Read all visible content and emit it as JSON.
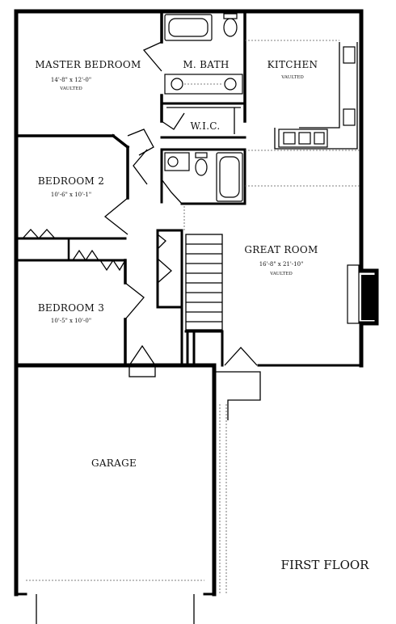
{
  "floor_label": "FIRST FLOOR",
  "rooms": {
    "master_bedroom": {
      "name": "MASTER BEDROOM",
      "dims": "14'-8\" x 12'-0\"",
      "note": "VAULTED"
    },
    "master_bath": {
      "name": "M. BATH"
    },
    "kitchen": {
      "name": "KITCHEN",
      "note": "VAULTED"
    },
    "wic": {
      "name": "W.I.C."
    },
    "bedroom2": {
      "name": "BEDROOM 2",
      "dims": "10'-6\" x 10'-1\""
    },
    "great_room": {
      "name": "GREAT ROOM",
      "dims": "16'-8\" x 21'-10\"",
      "note": "VAULTED"
    },
    "bedroom3": {
      "name": "BEDROOM 3",
      "dims": "10'-5\" x 10'-0\""
    },
    "garage": {
      "name": "GARAGE"
    }
  }
}
